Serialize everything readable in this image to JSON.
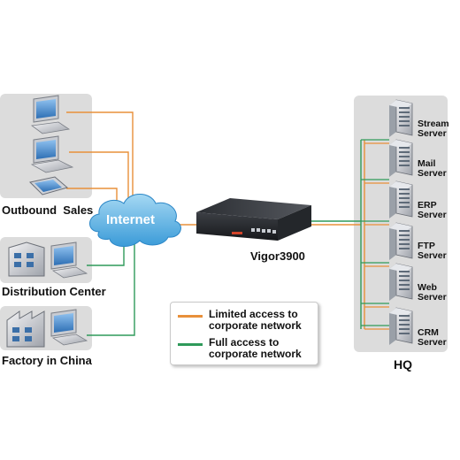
{
  "groups": {
    "outbound_sales": "Outbound  Sales",
    "distribution_center": "Distribution Center",
    "factory": "Factory in China",
    "hq": "HQ"
  },
  "internet": {
    "label": "Internet"
  },
  "router": {
    "label": "Vigor3900"
  },
  "servers": [
    {
      "line1": "Stream",
      "line2": "Server",
      "icon": "server-tower-icon"
    },
    {
      "line1": "Mail",
      "line2": "Server",
      "icon": "server-tower-icon"
    },
    {
      "line1": "ERP",
      "line2": "Server",
      "icon": "server-tower-icon"
    },
    {
      "line1": "FTP",
      "line2": "Server",
      "icon": "server-tower-icon"
    },
    {
      "line1": "Web",
      "line2": "Server",
      "icon": "server-tower-icon"
    },
    {
      "line1": "CRM",
      "line2": "Server",
      "icon": "server-tower-icon"
    }
  ],
  "legend": {
    "limited": {
      "line1": "Limited access to",
      "line2": "corporate network",
      "color": "#e8903a"
    },
    "full": {
      "line1": "Full access to",
      "line2": "corporate network",
      "color": "#2f9a5a"
    }
  },
  "colors": {
    "limited": "#e8903a",
    "full": "#2f9a5a",
    "panel": "#dcdcdc"
  }
}
